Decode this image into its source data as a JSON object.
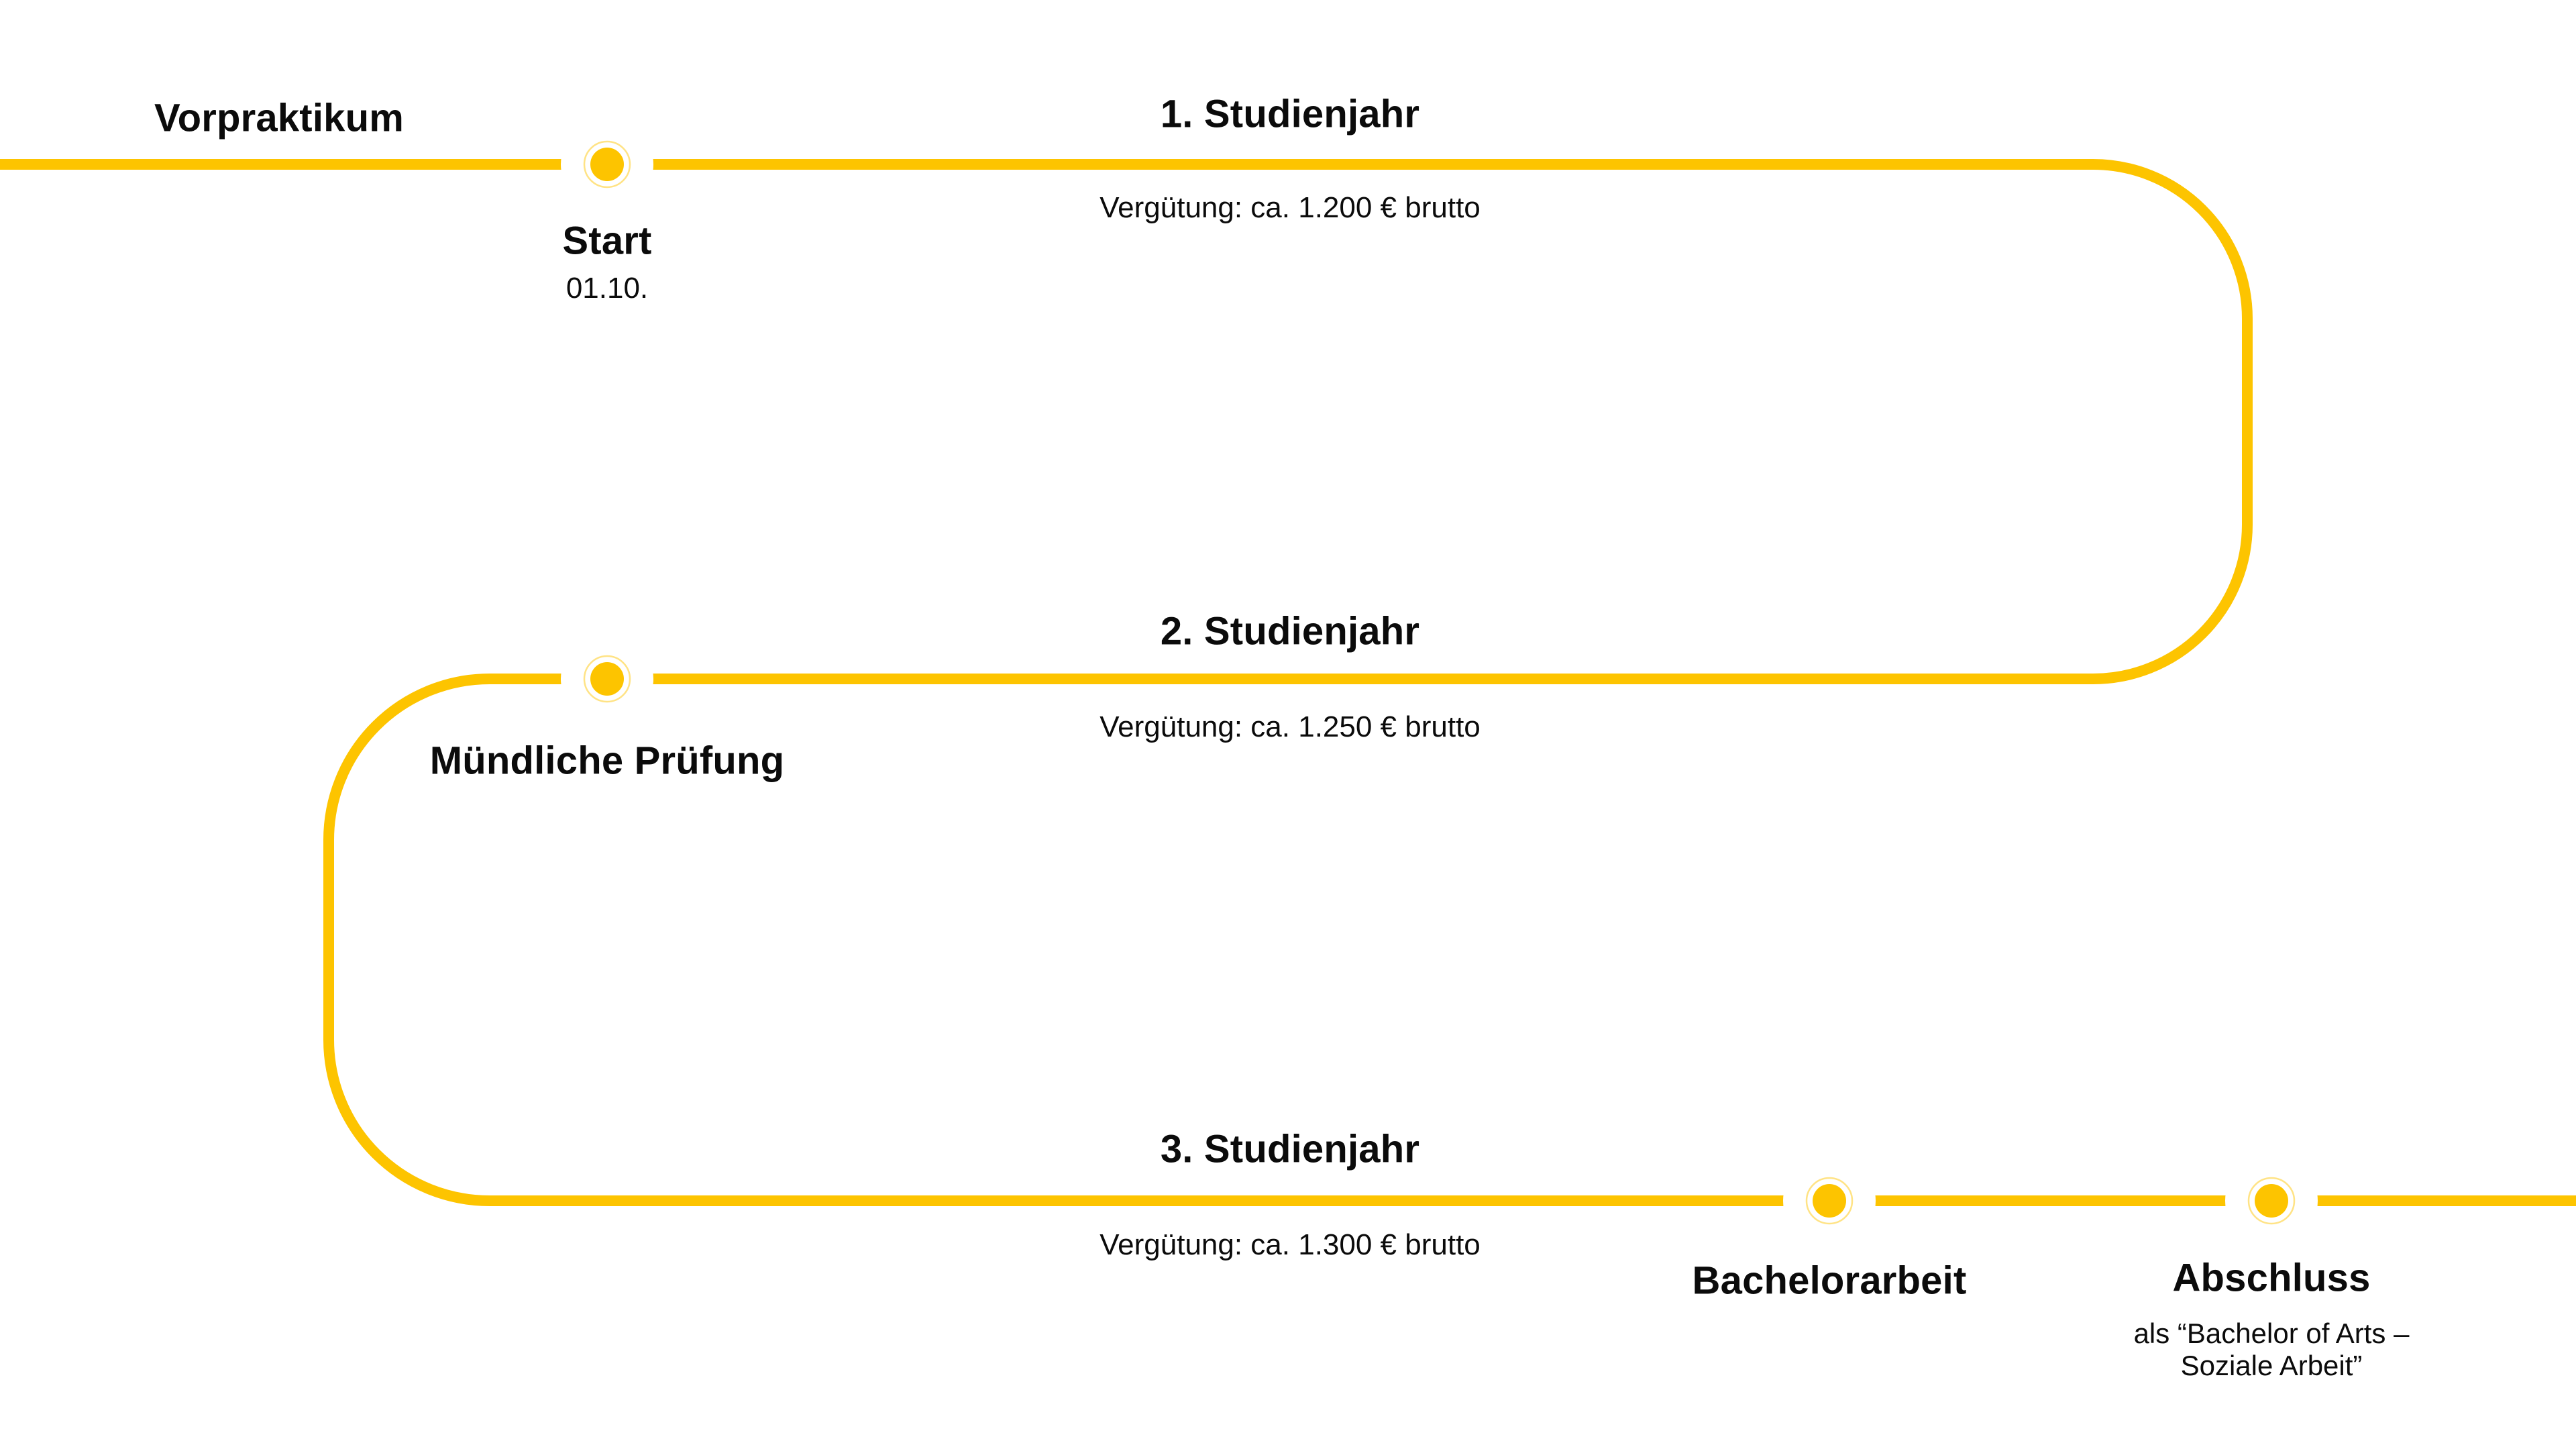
{
  "colors": {
    "accent": "#FDC400",
    "ring": "#FFDC66",
    "text": "#0B0B0B",
    "background": "#FFFFFF"
  },
  "phases": [
    {
      "label": "Vorpraktikum"
    },
    {
      "label": "1. Studienjahr",
      "salary": "Vergütung: ca. 1.200 € brutto"
    },
    {
      "label": "2. Studienjahr",
      "salary": "Vergütung: ca. 1.250 € brutto"
    },
    {
      "label": "3. Studienjahr",
      "salary": "Vergütung: ca. 1.300 € brutto"
    }
  ],
  "milestones": [
    {
      "label": "Start",
      "date": "01.10."
    },
    {
      "label": "Mündliche Prüfung"
    },
    {
      "label": "Bachelorarbeit"
    },
    {
      "label": "Abschluss",
      "degree_line1": "als “Bachelor of Arts –",
      "degree_line2": "Soziale Arbeit”"
    }
  ]
}
